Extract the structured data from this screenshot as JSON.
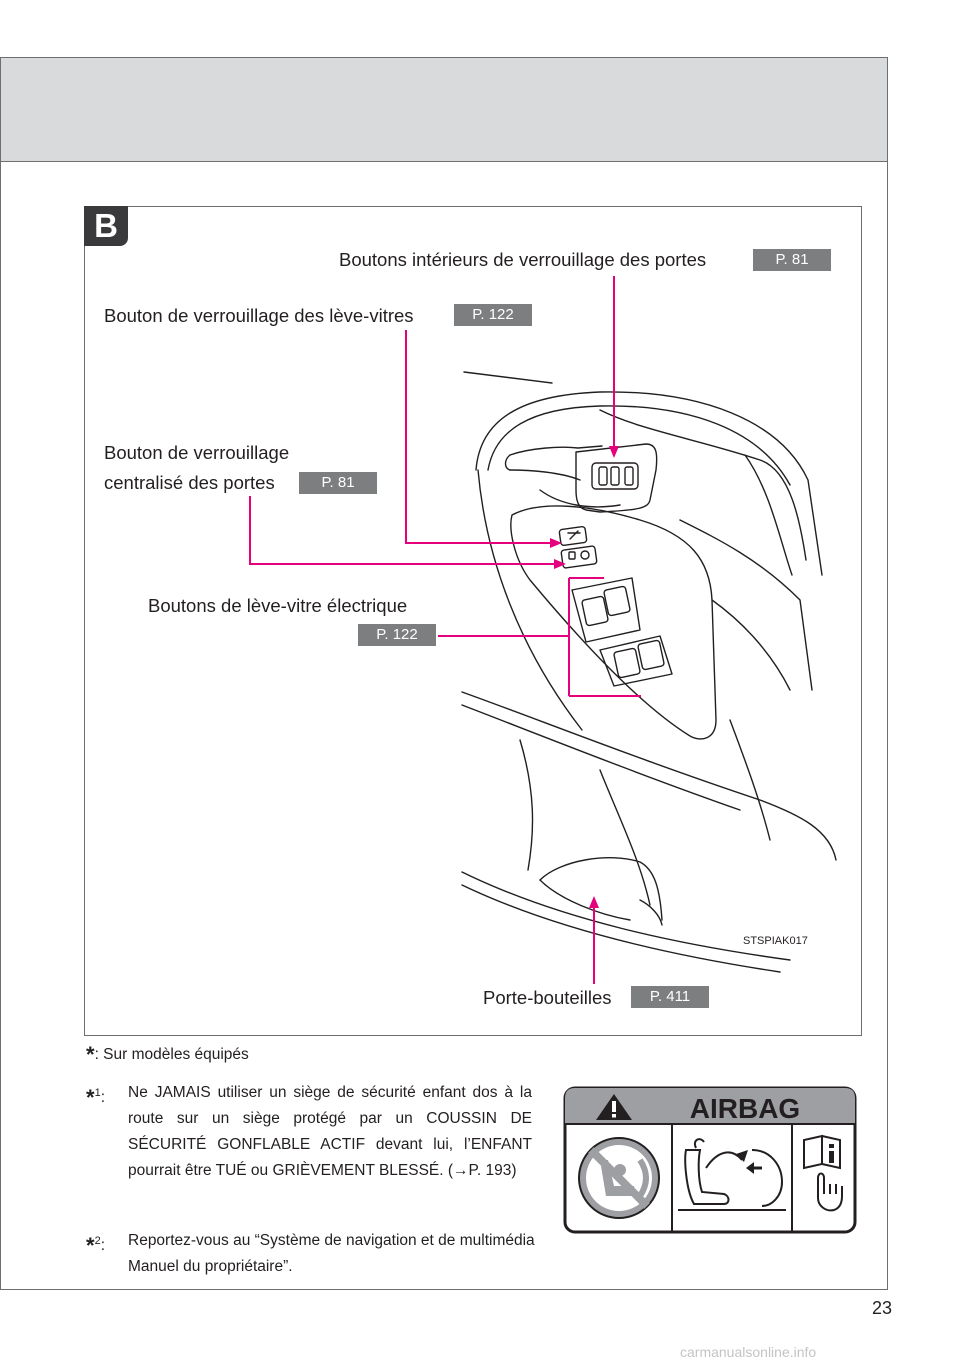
{
  "section": {
    "tag": "B"
  },
  "callouts": {
    "interior_lock": {
      "label": "Boutons intérieurs de verrouillage des portes",
      "ref": "P. 81"
    },
    "window_lock": {
      "label": "Bouton de verrouillage des lève-vitres",
      "ref": "P. 122"
    },
    "central_lock": {
      "line1": "Bouton de verrouillage",
      "line2": "centralisé des portes",
      "ref": "P. 81"
    },
    "power_windows": {
      "label": "Boutons de lève-vitre électrique",
      "ref": "P. 122"
    },
    "bottle_holder": {
      "label": "Porte-bouteilles",
      "ref": "P. 411"
    }
  },
  "illustration": {
    "code": "STSPIAK017"
  },
  "notes": {
    "equipped": ": Sur modèles équipés",
    "n1_mark": "1",
    "n1_colon": ":",
    "n1_text": "Ne JAMAIS utiliser un siège de sécurité enfant dos à la route sur un siège protégé par un COUSSIN DE SÉCURITÉ GONFLABLE ACTIF devant lui, l’ENFANT pourrait être TUÉ ou GRIÈVEMENT BLESSÉ. (→P. 193)",
    "n2_mark": "2",
    "n2_colon": ":",
    "n2_text": "Reportez-vous au “Système de navigation et de multimédia Manuel du propriétaire”."
  },
  "airbag": {
    "title": "AIRBAG"
  },
  "page": {
    "number": "23"
  },
  "watermark": "carmanualsonline.info",
  "colors": {
    "accent": "#e5007e",
    "ref_badge": "#7c7e80",
    "header_band": "#d9dadb",
    "tag": "#3a3a3c"
  }
}
